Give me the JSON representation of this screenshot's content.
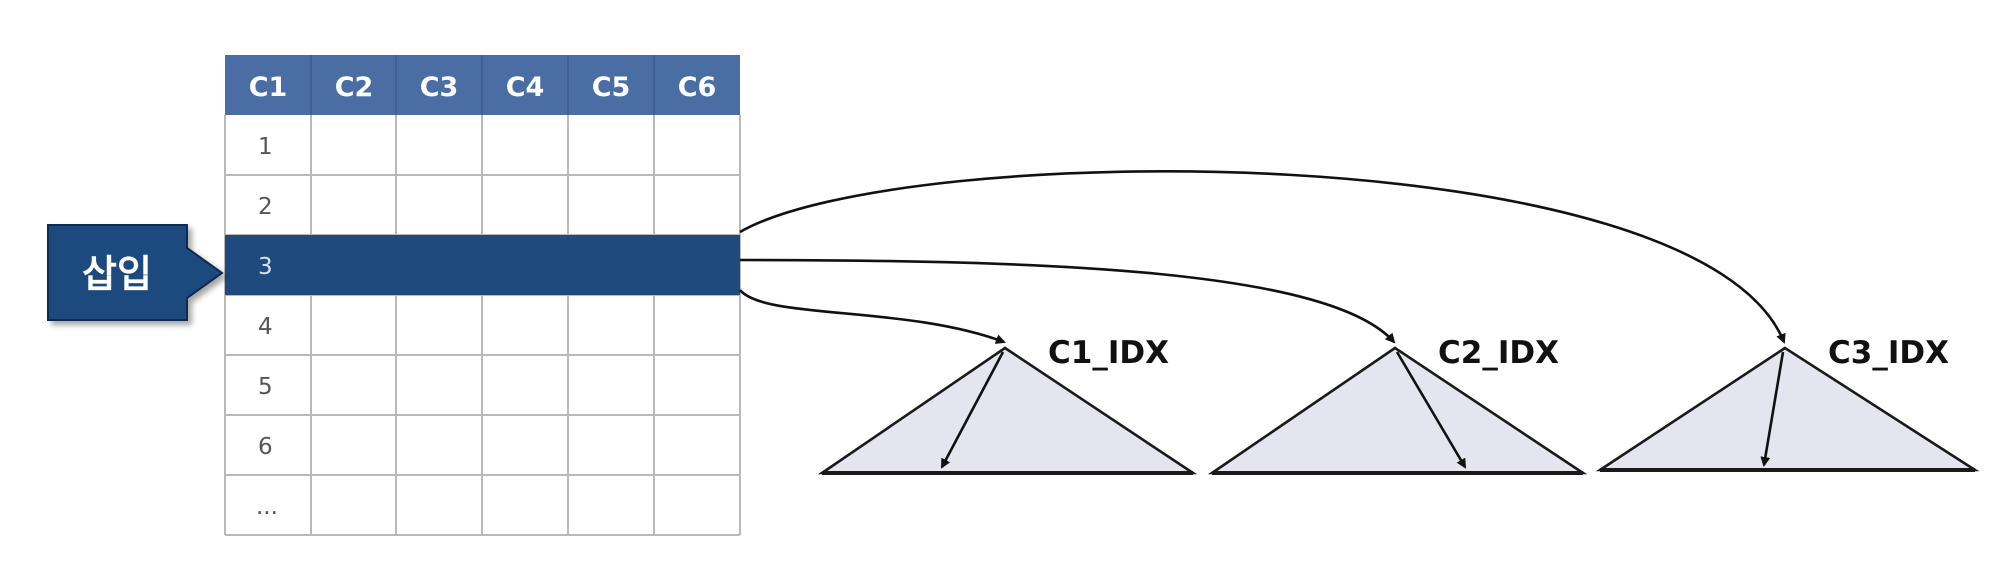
{
  "table": {
    "columns": [
      "C1",
      "C2",
      "C3",
      "C4",
      "C5",
      "C6"
    ],
    "rows": [
      "1",
      "2",
      "3",
      "4",
      "5",
      "6",
      "..."
    ],
    "highlighted_row": "3"
  },
  "insert_label": "삽입",
  "indexes": [
    {
      "label": "C1_IDX"
    },
    {
      "label": "C2_IDX"
    },
    {
      "label": "C3_IDX"
    }
  ],
  "colors": {
    "header_bg": "#4a6ea3",
    "highlight_bg": "#1f4a7e",
    "insert_bg": "#1f4a7e",
    "triangle_fill": "#e4e5ef"
  }
}
